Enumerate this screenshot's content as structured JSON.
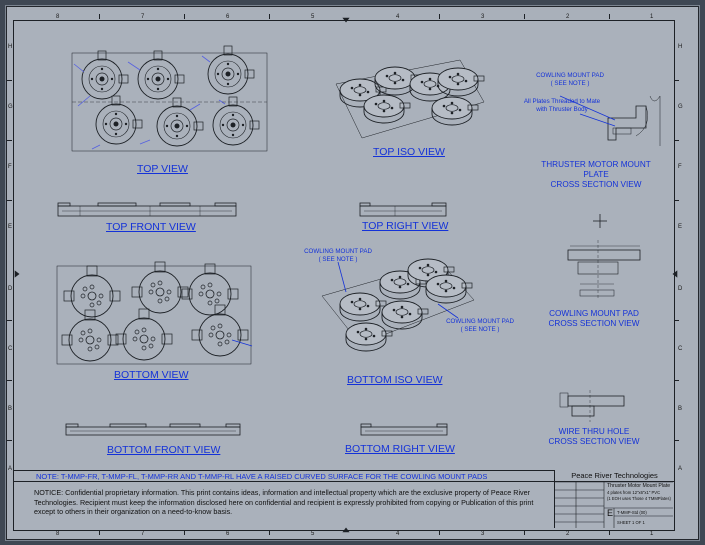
{
  "sheet": {
    "columns": [
      "8",
      "7",
      "6",
      "5",
      "4",
      "3",
      "2",
      "1"
    ],
    "rows": [
      "H",
      "G",
      "F",
      "E",
      "D",
      "C",
      "B",
      "A"
    ]
  },
  "views": {
    "top": "TOP VIEW",
    "top_iso": "TOP ISO VIEW",
    "top_front": "TOP FRONT VIEW",
    "top_right": "TOP RIGHT VIEW",
    "bottom": "BOTTOM VIEW",
    "bottom_iso": "BOTTOM ISO VIEW",
    "bottom_front": "BOTTOM FRONT VIEW",
    "bottom_right": "BOTTOM RIGHT VIEW"
  },
  "sections": {
    "thruster_line1": "THRUSTER MOTOR MOUNT",
    "thruster_line2": "PLATE",
    "thruster_line3": "CROSS SECTION VIEW",
    "cowling_line1": "COWLING MOUNT PAD",
    "cowling_line2": "CROSS SECTION VIEW",
    "wire_line1": "WIRE THRU HOLE",
    "wire_line2": "CROSS SECTION VIEW"
  },
  "callouts": {
    "cowling_pad_top_1": "COWLING MOUNT PAD",
    "cowling_pad_top_2": "( SEE NOTE )",
    "threaded_1": "All Plates Threaded to Mate",
    "threaded_2": "with Thruster Body",
    "iso_pad_left_1": "COWLING MOUNT PAD",
    "iso_pad_left_2": "( SEE NOTE )",
    "iso_pad_right_1": "COWLING MOUNT PAD",
    "iso_pad_right_2": "( SEE NOTE )"
  },
  "note": "NOTE: T-MMP-FR, T-MMP-FL, T-MMP-RR AND T-MMP-RL HAVE A RAISED CURVED SURFACE FOR THE COWLING MOUNT PADS",
  "confidential": "NOTICE: Confidential proprietary information. This print contains ideas, information and intellectual property which are the exclusive property of Peace River Technologies. Recipient must keep the information disclosed here on confidential and recipient is expressly prohibited from copying or Publication of this print except to others in their organization on a need-to-know basis.",
  "title_block": {
    "company": "Peace River Technologies",
    "title": "Thruster Motor Mount Plate",
    "desc1": "4 plates from 12\"x6\"x1\" PVC",
    "desc2": "(1 EOH uses Those 4 TMMPlates)",
    "size": "E",
    "dwg": "T-MMP-Std (00)",
    "sheet": "SHEET 1 OF 1"
  },
  "colors": {
    "line": "#1d2126",
    "annotation": "#1432d8",
    "paper": "#aab1bb",
    "border": "#3f4854"
  }
}
